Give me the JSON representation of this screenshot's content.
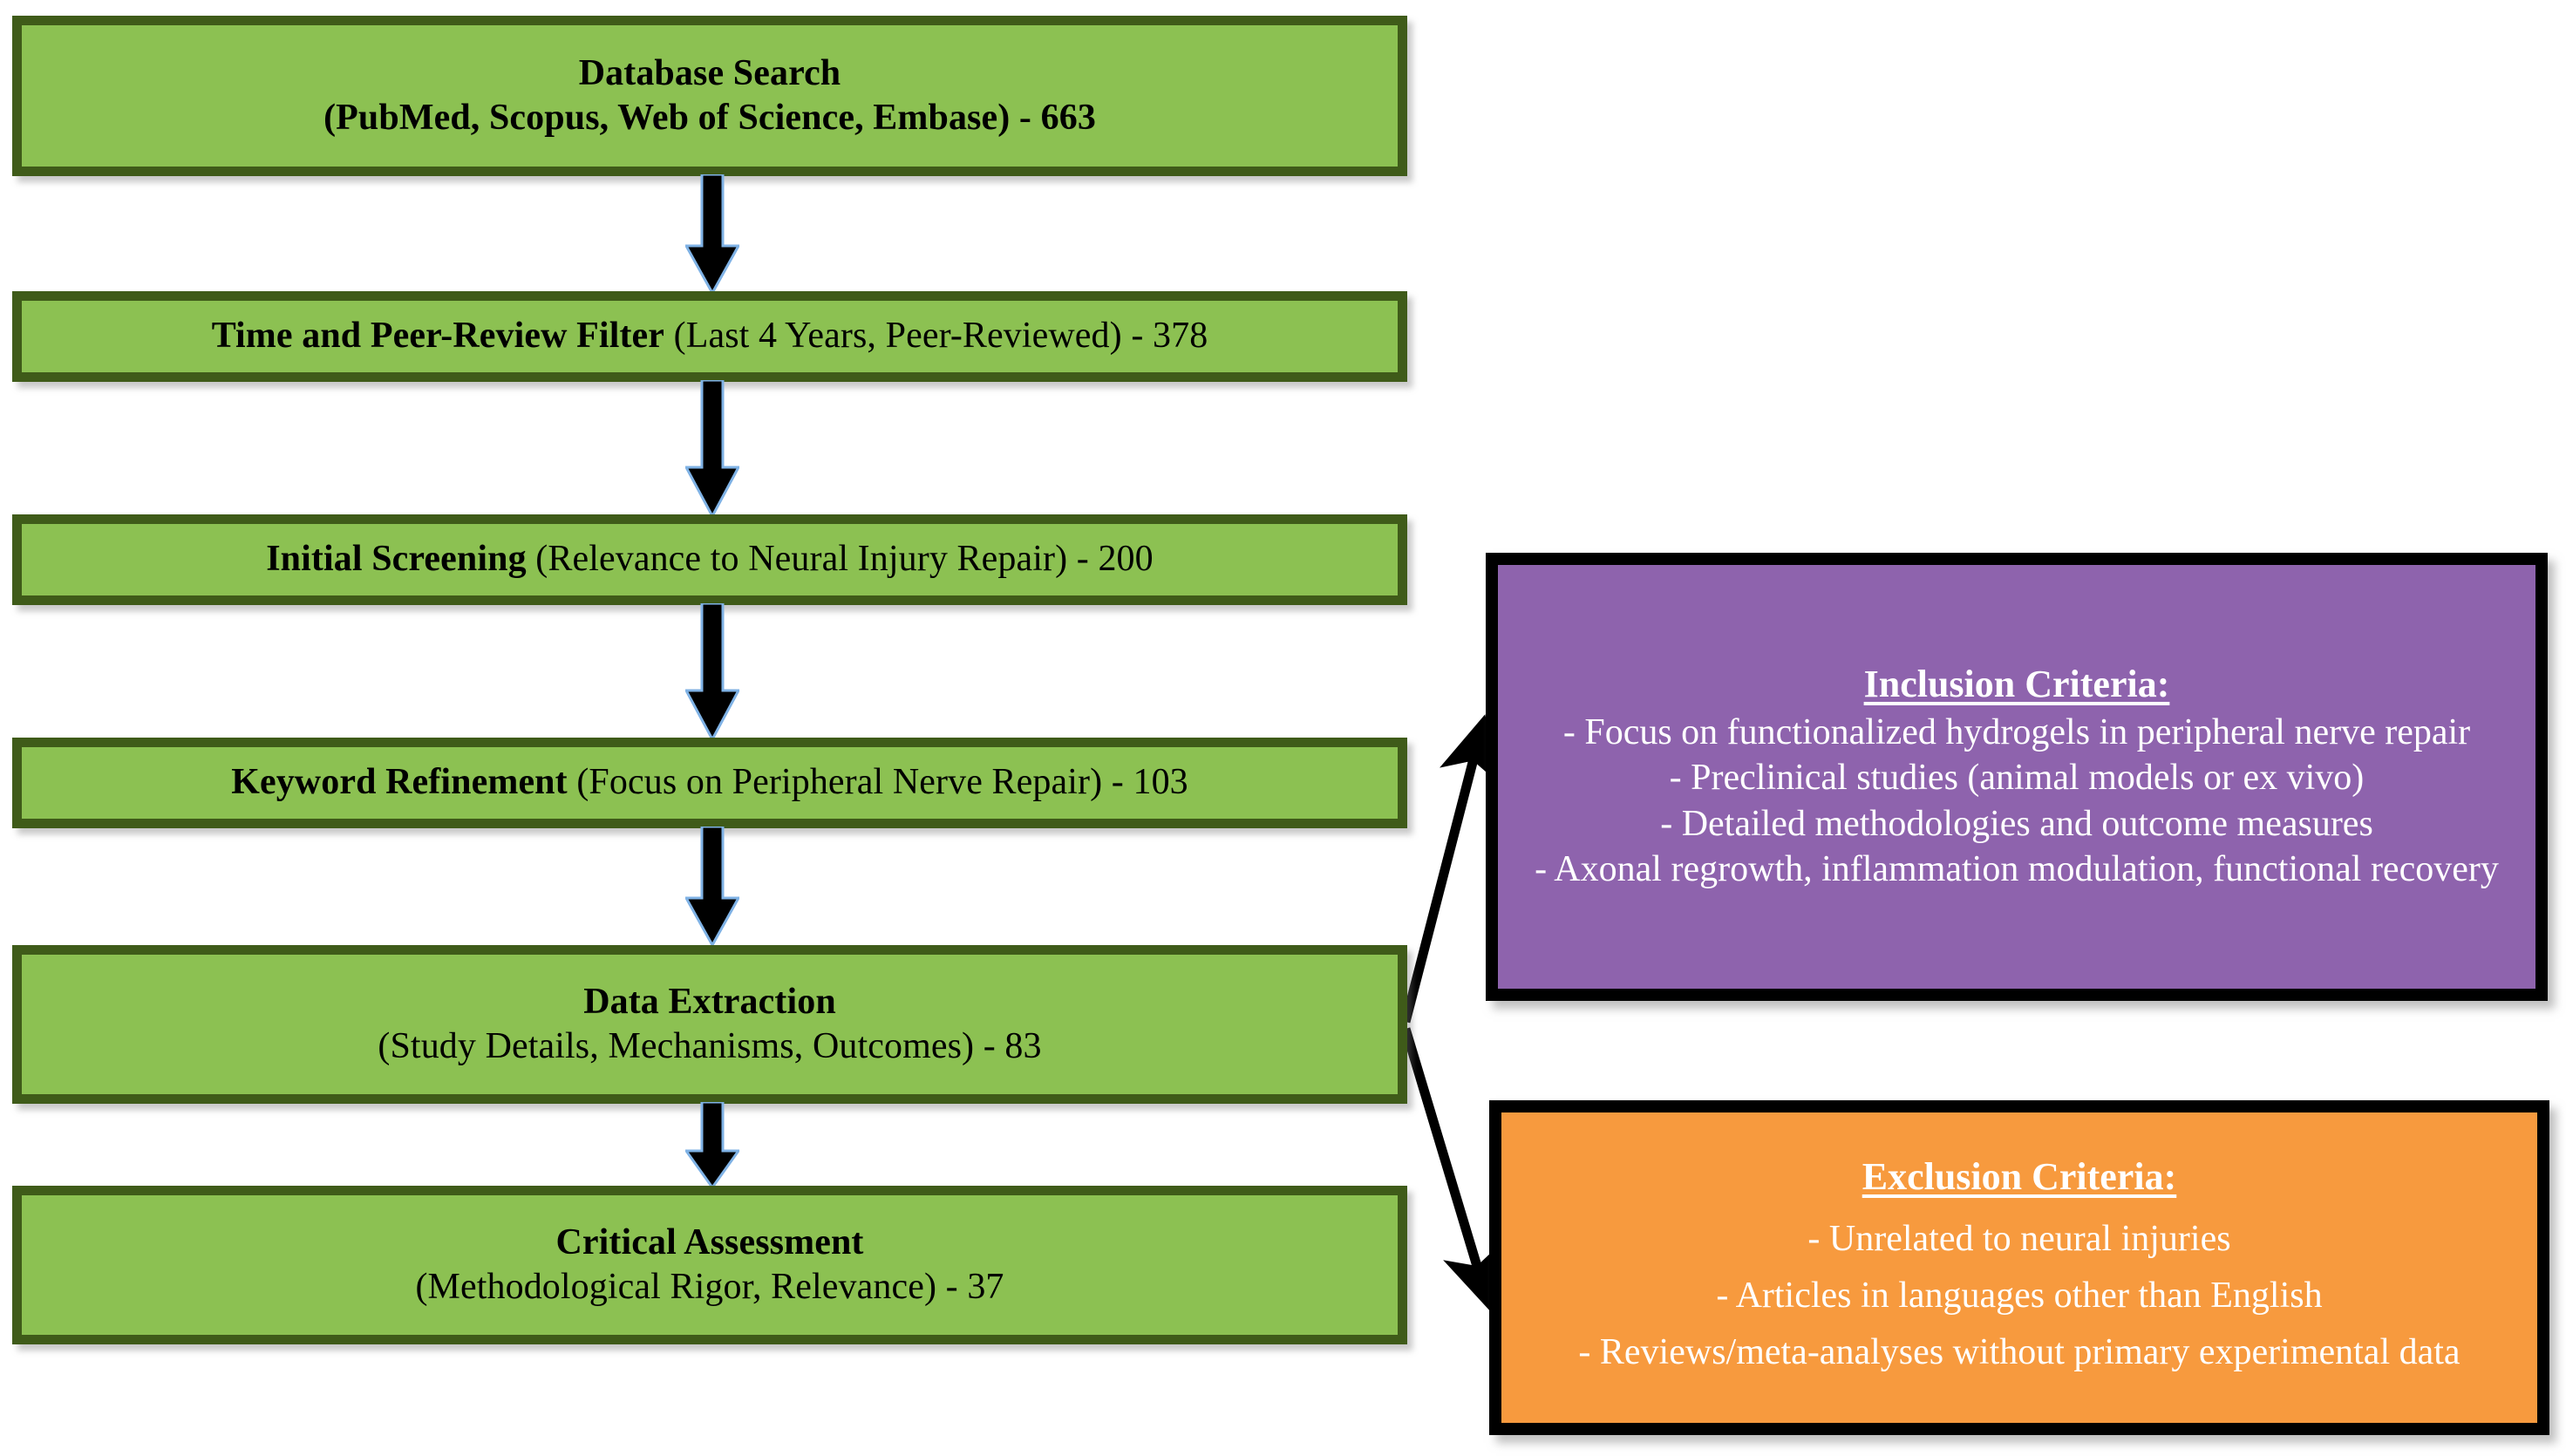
{
  "diagram": {
    "type": "flowchart",
    "orientation": "vertical-with-side-branches",
    "colors": {
      "process_fill": "#8cc152",
      "process_border": "#3f5b19",
      "inclusion_fill": "#8e63ad",
      "exclusion_fill": "#f79a3e",
      "criteria_border": "#000000",
      "arrow_fill": "#000000",
      "arrow_outline": "#7fb2e5",
      "background": "#ffffff",
      "process_text": "#000000",
      "criteria_text": "#ffffff"
    },
    "steps": [
      {
        "id": "database-search",
        "bold_text": "Database Search",
        "detail_text": "(PubMed, Scopus, Web of Science, Embase) - 663",
        "detail_bold": true,
        "two_line": true,
        "count": 663
      },
      {
        "id": "time-peer-review-filter",
        "bold_text": "Time and Peer-Review Filter",
        "detail_text": " (Last 4 Years, Peer-Reviewed) - 378",
        "detail_bold": false,
        "two_line": false,
        "count": 378
      },
      {
        "id": "initial-screening",
        "bold_text": "Initial Screening",
        "detail_text": " (Relevance to Neural Injury Repair) - 200",
        "detail_bold": false,
        "two_line": false,
        "count": 200
      },
      {
        "id": "keyword-refinement",
        "bold_text": "Keyword Refinement",
        "detail_text": " (Focus on Peripheral Nerve Repair) - 103",
        "detail_bold": false,
        "two_line": false,
        "count": 103
      },
      {
        "id": "data-extraction",
        "bold_text": "Data Extraction",
        "detail_text": "(Study Details, Mechanisms, Outcomes) - 83",
        "detail_bold": false,
        "two_line": true,
        "count": 83
      },
      {
        "id": "critical-assessment",
        "bold_text": "Critical Assessment",
        "detail_text": "(Methodological Rigor, Relevance) - 37",
        "detail_bold": false,
        "two_line": true,
        "count": 37
      }
    ],
    "inclusion": {
      "title": "Inclusion Criteria:",
      "items": [
        "- Focus on functionalized hydrogels in peripheral nerve repair",
        "- Preclinical studies (animal models or ex vivo)",
        "- Detailed methodologies and outcome measures",
        "- Axonal regrowth, inflammation modulation, functional recovery"
      ]
    },
    "exclusion": {
      "title": "Exclusion Criteria:",
      "items": [
        "- Unrelated to neural injuries",
        "- Articles in languages other than English",
        "- Reviews/meta-analyses without primary experimental data"
      ]
    },
    "connectors": {
      "vertical_arrow_count": 5,
      "branch_arrow_labels": [
        "to-inclusion-criteria",
        "to-exclusion-criteria"
      ]
    }
  }
}
